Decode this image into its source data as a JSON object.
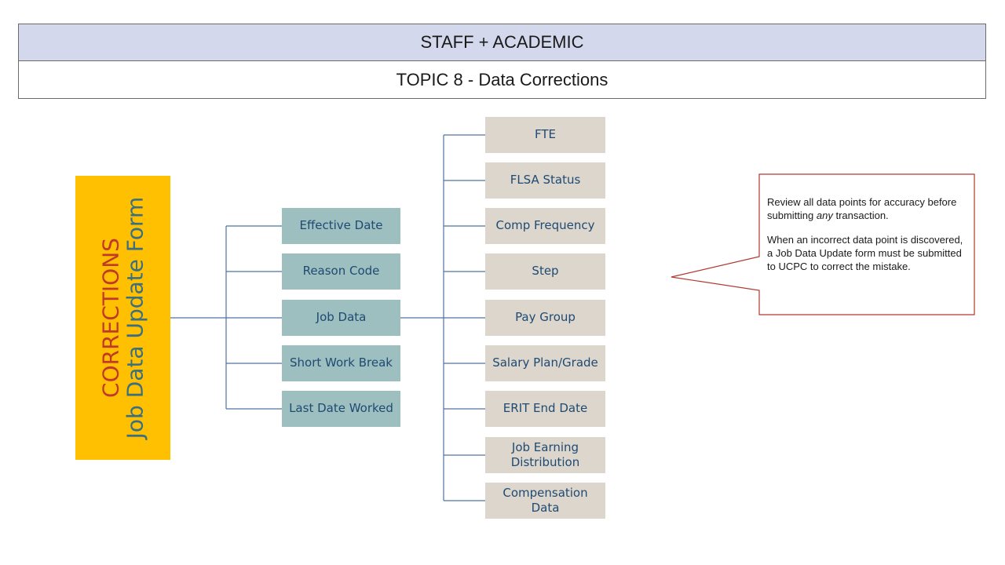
{
  "header": {
    "title": "STAFF + ACADEMIC",
    "subtitle": "TOPIC 8  - Data Corrections"
  },
  "root": {
    "line1": "CORRECTIONS",
    "line2": "Job Data Update Form"
  },
  "level1": [
    "Effective  Date",
    "Reason Code",
    "Job Data",
    "Short Work Break",
    "Last Date Worked"
  ],
  "level2": [
    "FTE",
    "FLSA Status",
    "Comp Frequency",
    "Step",
    "Pay Group",
    "Salary Plan/Grade",
    "ERIT End Date",
    "Job Earning Distribution",
    "Compensation Data"
  ],
  "callout": {
    "p1_a": "Review all data points for accuracy before submitting ",
    "p1_em": "any",
    "p1_b": " transaction.",
    "p2": "When an incorrect data point is discovered, a Job Data Update form must be submitted to UCPC to correct the mistake."
  },
  "colors": {
    "header_band": "#d3d8ec",
    "root_box": "#fec000",
    "root_line1": "#c0392b",
    "root_line2": "#3a6f81",
    "level1_box": "#9dbfbf",
    "level2_box": "#dcd6cd",
    "node_text": "#1f4a72",
    "connector": "#4f73a0",
    "callout_border": "#b03a2e"
  }
}
